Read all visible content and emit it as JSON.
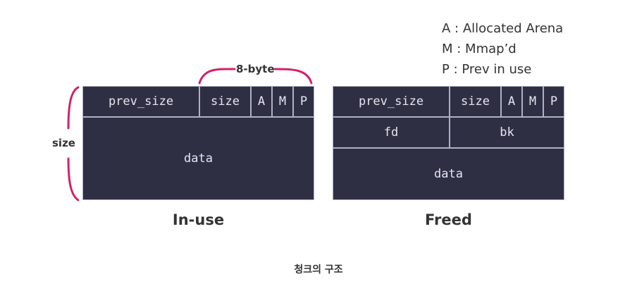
{
  "legend": [
    {
      "key": "A",
      "desc": "Allocated Arena"
    },
    {
      "key": "M",
      "desc": "Mmap’d"
    },
    {
      "key": "P",
      "desc": "Prev in use"
    }
  ],
  "inuse": {
    "prev_size": "prev_size",
    "size": "size",
    "flag_a": "A",
    "flag_m": "M",
    "flag_p": "P",
    "data": "data",
    "caption": "In-use"
  },
  "freed": {
    "prev_size": "prev_size",
    "size": "size",
    "flag_a": "A",
    "flag_m": "M",
    "flag_p": "P",
    "fd": "fd",
    "bk": "bk",
    "data": "data",
    "caption": "Freed"
  },
  "annotations": {
    "byte_label": "8-byte",
    "size_label": "size",
    "accent_color": "#d3216a"
  },
  "figure_title": "청크의 구조"
}
